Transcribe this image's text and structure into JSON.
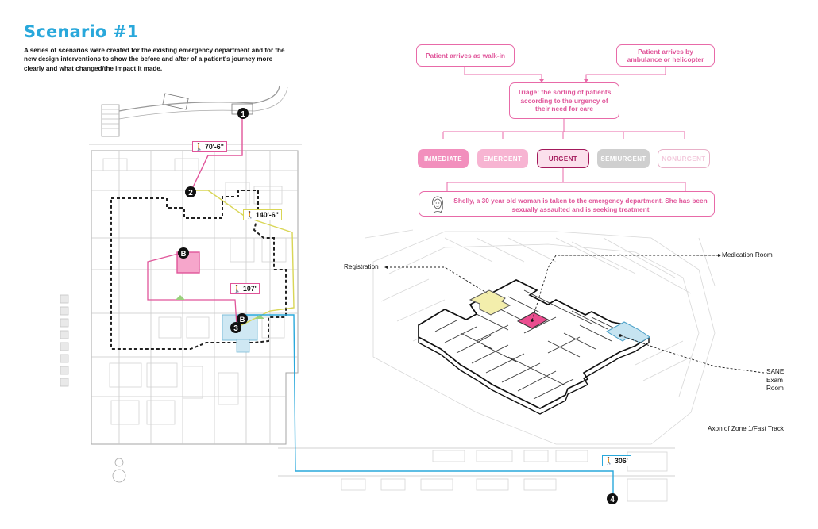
{
  "title": "Scenario #1",
  "intro": "A series of scenarios were created for the existing emergency department and for the new design interventions to show the before and after of a patient's journey more clearly and what changed/the impact it made.",
  "flow": {
    "walkin": "Patient arrives as walk-in",
    "ambulance": "Patient arrives by ambulance or helicopter",
    "triage": "Triage: the sorting of patients according to the urgency of their need for care",
    "levels": [
      "IMMEDIATE",
      "EMERGENT",
      "URGENT",
      "SEMIURGENT",
      "NONURGENT"
    ],
    "scenario_text": "Shelly, a 30 year old woman is taken to the emergency department. She has been sexually assaulted and is seeking treatment"
  },
  "axon": {
    "registration": "Registration",
    "medication_room": "Medication Room",
    "sane_room": "SANE Exam Room",
    "caption": "Axon of Zone 1/Fast Track"
  },
  "plan": {
    "markers": [
      "1",
      "2",
      "3",
      "4",
      "B",
      "B"
    ],
    "distances": [
      "70'-6\"",
      "140'-6\"",
      "107'",
      "306'"
    ]
  },
  "colors": {
    "pink": "#e0559a",
    "pink_light": "#f6a6cb",
    "yellow": "#d9d656",
    "cyan": "#29a8db",
    "blue_room": "#a9d6e8"
  }
}
